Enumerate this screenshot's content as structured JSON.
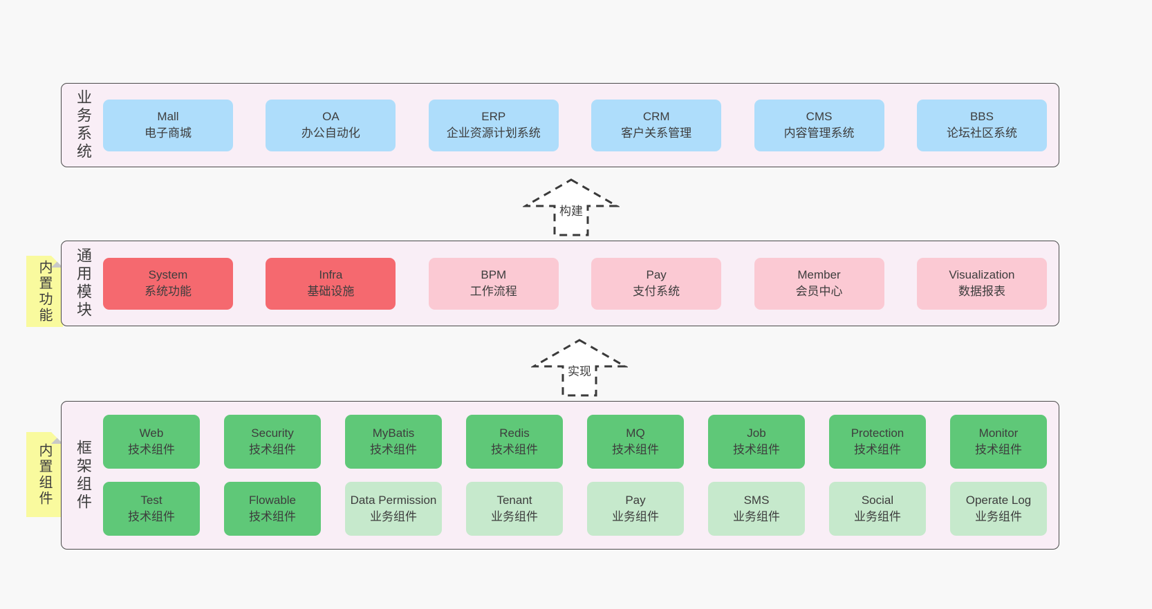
{
  "colors": {
    "page_bg": "#f8f8f8",
    "container_bg": "#f9eef6",
    "container_border": "#4a4a4a",
    "text": "#3d3d3d",
    "blue": "#aeddfb",
    "red": "#f5696f",
    "pink": "#fbc9d3",
    "green": "#5fc878",
    "lightgreen": "#c6e9cc",
    "note_bg": "#f9fa9e",
    "note_fold": "#c8c8c8",
    "arrow_stroke": "#3a3a3a"
  },
  "arrows": [
    {
      "label": "构建"
    },
    {
      "label": "实现"
    }
  ],
  "layers": [
    {
      "label": "业务系统",
      "rows": [
        [
          {
            "title": "Mall",
            "subtitle": "电子商城",
            "variant": "blue"
          },
          {
            "title": "OA",
            "subtitle": "办公自动化",
            "variant": "blue"
          },
          {
            "title": "ERP",
            "subtitle": "企业资源计划系统",
            "variant": "blue"
          },
          {
            "title": "CRM",
            "subtitle": "客户关系管理",
            "variant": "blue"
          },
          {
            "title": "CMS",
            "subtitle": "内容管理系统",
            "variant": "blue"
          },
          {
            "title": "BBS",
            "subtitle": "论坛社区系统",
            "variant": "blue"
          }
        ]
      ]
    },
    {
      "label": "通用模块",
      "note": "内置功能",
      "rows": [
        [
          {
            "title": "System",
            "subtitle": "系统功能",
            "variant": "red"
          },
          {
            "title": "Infra",
            "subtitle": "基础设施",
            "variant": "red"
          },
          {
            "title": "BPM",
            "subtitle": "工作流程",
            "variant": "pink"
          },
          {
            "title": "Pay",
            "subtitle": "支付系统",
            "variant": "pink"
          },
          {
            "title": "Member",
            "subtitle": "会员中心",
            "variant": "pink"
          },
          {
            "title": "Visualization",
            "subtitle": "数据报表",
            "variant": "pink"
          }
        ]
      ]
    },
    {
      "label": "框架组件",
      "note": "内置组件",
      "rows": [
        [
          {
            "title": "Web",
            "subtitle": "技术组件",
            "variant": "green"
          },
          {
            "title": "Security",
            "subtitle": "技术组件",
            "variant": "green"
          },
          {
            "title": "MyBatis",
            "subtitle": "技术组件",
            "variant": "green"
          },
          {
            "title": "Redis",
            "subtitle": "技术组件",
            "variant": "green"
          },
          {
            "title": "MQ",
            "subtitle": "技术组件",
            "variant": "green"
          },
          {
            "title": "Job",
            "subtitle": "技术组件",
            "variant": "green"
          },
          {
            "title": "Protection",
            "subtitle": "技术组件",
            "variant": "green"
          },
          {
            "title": "Monitor",
            "subtitle": "技术组件",
            "variant": "green"
          }
        ],
        [
          {
            "title": "Test",
            "subtitle": "技术组件",
            "variant": "green"
          },
          {
            "title": "Flowable",
            "subtitle": "技术组件",
            "variant": "green"
          },
          {
            "title": "Data Permission",
            "subtitle": "业务组件",
            "variant": "lightgreen"
          },
          {
            "title": "Tenant",
            "subtitle": "业务组件",
            "variant": "lightgreen"
          },
          {
            "title": "Pay",
            "subtitle": "业务组件",
            "variant": "lightgreen"
          },
          {
            "title": "SMS",
            "subtitle": "业务组件",
            "variant": "lightgreen"
          },
          {
            "title": "Social",
            "subtitle": "业务组件",
            "variant": "lightgreen"
          },
          {
            "title": "Operate Log",
            "subtitle": "业务组件",
            "variant": "lightgreen"
          }
        ]
      ]
    }
  ]
}
